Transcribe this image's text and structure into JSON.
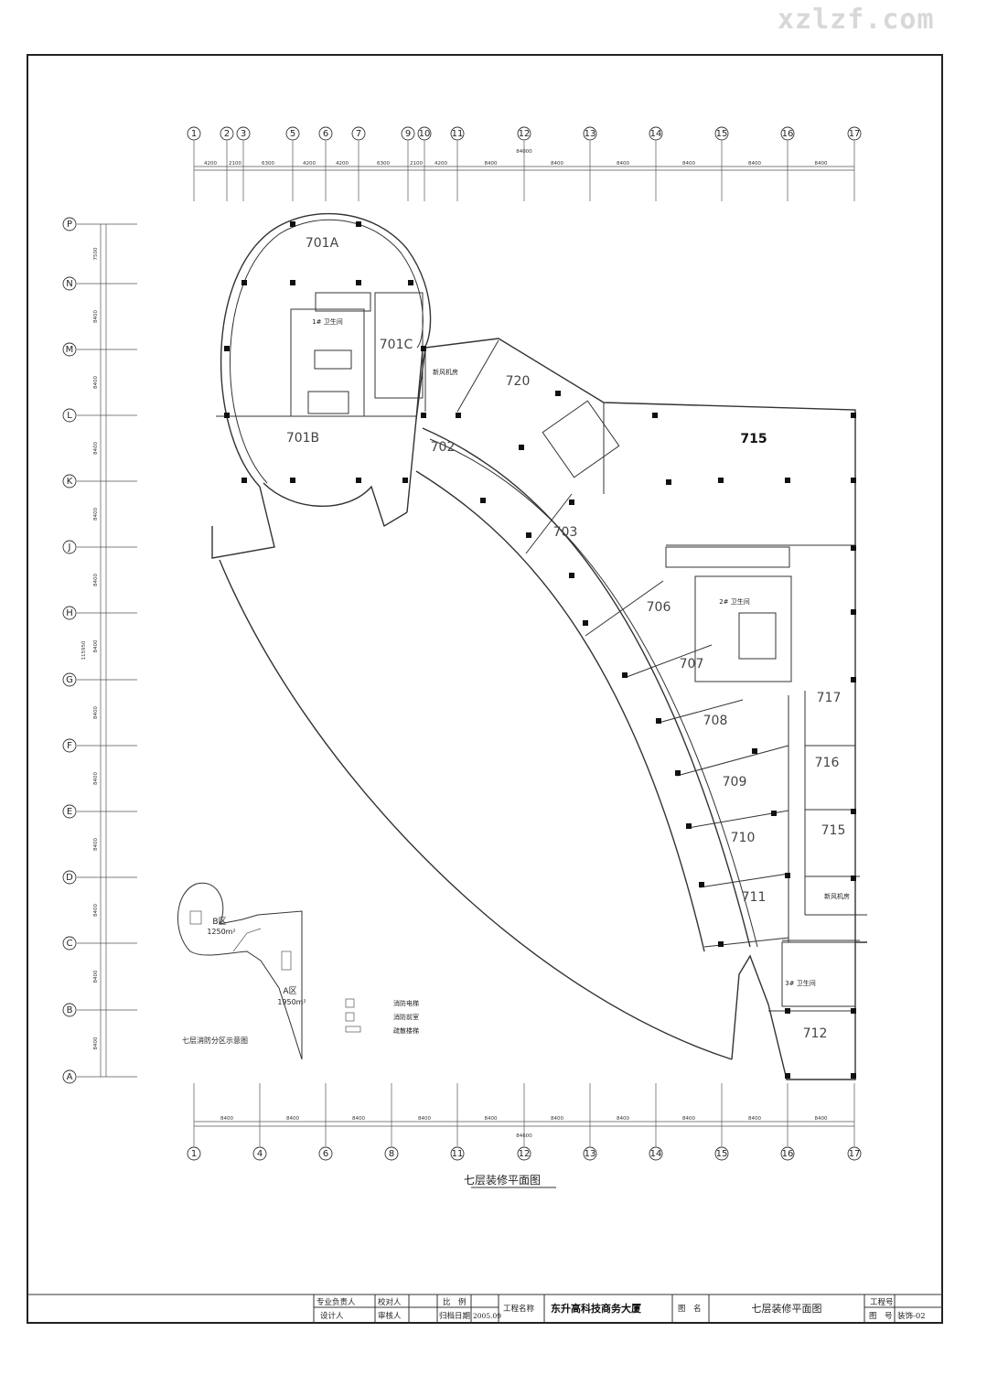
{
  "watermark": "xzlzf.com",
  "drawing": {
    "title": "七层装修平面图",
    "overall_dim_top": "84000",
    "overall_dim_bottom": "84600",
    "overall_dim_left": "115950"
  },
  "axes": {
    "top": [
      "1",
      "2",
      "3",
      "5",
      "6",
      "7",
      "9",
      "10",
      "11",
      "12",
      "13",
      "14",
      "15",
      "16",
      "17"
    ],
    "top_dims": [
      "4200",
      "2100",
      "6300",
      "4200",
      "4200",
      "6300",
      "2100",
      "4200",
      "8400",
      "8400",
      "8400",
      "8400",
      "8400",
      "8400"
    ],
    "bottom": [
      "1",
      "4",
      "6",
      "8",
      "11",
      "12",
      "13",
      "14",
      "15",
      "16",
      "17"
    ],
    "bottom_dims": [
      "8400",
      "8400",
      "8400",
      "8400",
      "8400",
      "8400",
      "8400",
      "8400",
      "8400",
      "8400"
    ],
    "left": [
      "P",
      "N",
      "M",
      "L",
      "K",
      "J",
      "H",
      "G",
      "F",
      "E",
      "D",
      "C",
      "B",
      "A"
    ],
    "left_dims": [
      "7500",
      "8400",
      "8400",
      "8400",
      "8400",
      "8400",
      "8400",
      "8400",
      "8400",
      "8400",
      "8400",
      "8400",
      "8400"
    ]
  },
  "rooms": {
    "r701a": "701A",
    "r701b": "701B",
    "r701c": "701C",
    "r702": "702",
    "r703": "703",
    "r706": "706",
    "r707": "707",
    "r708": "708",
    "r709": "709",
    "r710": "710",
    "r711": "711",
    "r712": "712",
    "r715": "715",
    "r715b": "715",
    "r716": "716",
    "r717": "717",
    "r720": "720"
  },
  "annotations": {
    "fan_room_1": "新风机房",
    "fan_room_2": "新风机房",
    "toilet_1": "1# 卫生间",
    "toilet_2": "2# 卫生间",
    "toilet_3": "3# 卫生间"
  },
  "zone_diagram": {
    "zone_b": "B区",
    "zone_b_area": "1250m²",
    "zone_a": "A区",
    "zone_a_area": "1950m²",
    "caption": "七层消防分区示意图",
    "legend": [
      "消防电梯",
      "消防前室",
      "疏散楼梯"
    ]
  },
  "title_block": {
    "lbl_chief": "专业负责人",
    "lbl_designer": "设计人",
    "lbl_checker": "校对人",
    "lbl_reviewer": "审核人",
    "lbl_scale": "比　例",
    "lbl_date": "归档日期",
    "date": "2005.09",
    "lbl_project": "工程名称",
    "project": "东升高科技商务大厦",
    "lbl_drawing": "图　名",
    "drawing_name": "七层装修平面图",
    "lbl_job_no": "工程号",
    "lbl_drawing_no": "图　号",
    "drawing_no": "装饰-02"
  }
}
